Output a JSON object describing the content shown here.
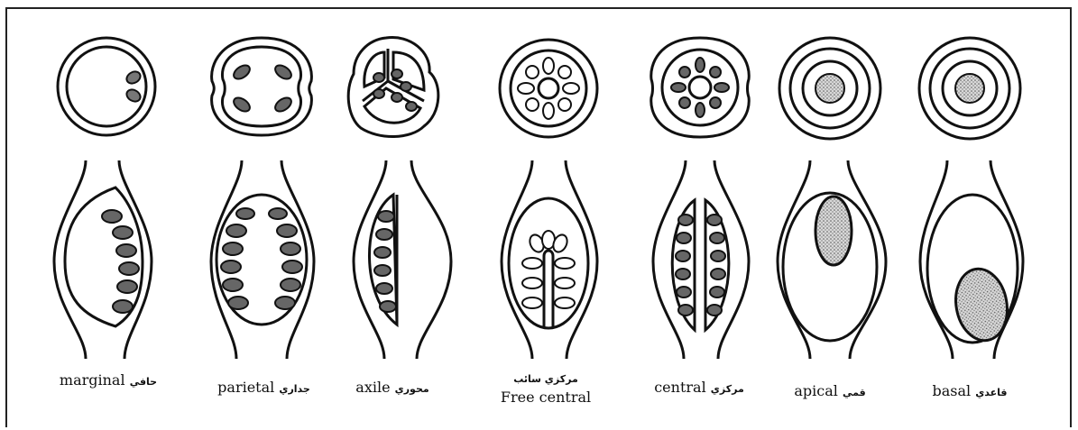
{
  "figure": {
    "types": [
      {
        "id": "marginal",
        "english": "marginal",
        "arabic": "حافي"
      },
      {
        "id": "parietal",
        "english": "parietal",
        "arabic": "جداري"
      },
      {
        "id": "axile",
        "english": "axile",
        "arabic": "محوري"
      },
      {
        "id": "free-central",
        "english": "Free central",
        "arabic": "مركزي سائب"
      },
      {
        "id": "central",
        "english": "central",
        "arabic": "مركزي"
      },
      {
        "id": "apical",
        "english": "apical",
        "arabic": "قمي"
      },
      {
        "id": "basal",
        "english": "basal",
        "arabic": "قاعدي"
      }
    ]
  }
}
